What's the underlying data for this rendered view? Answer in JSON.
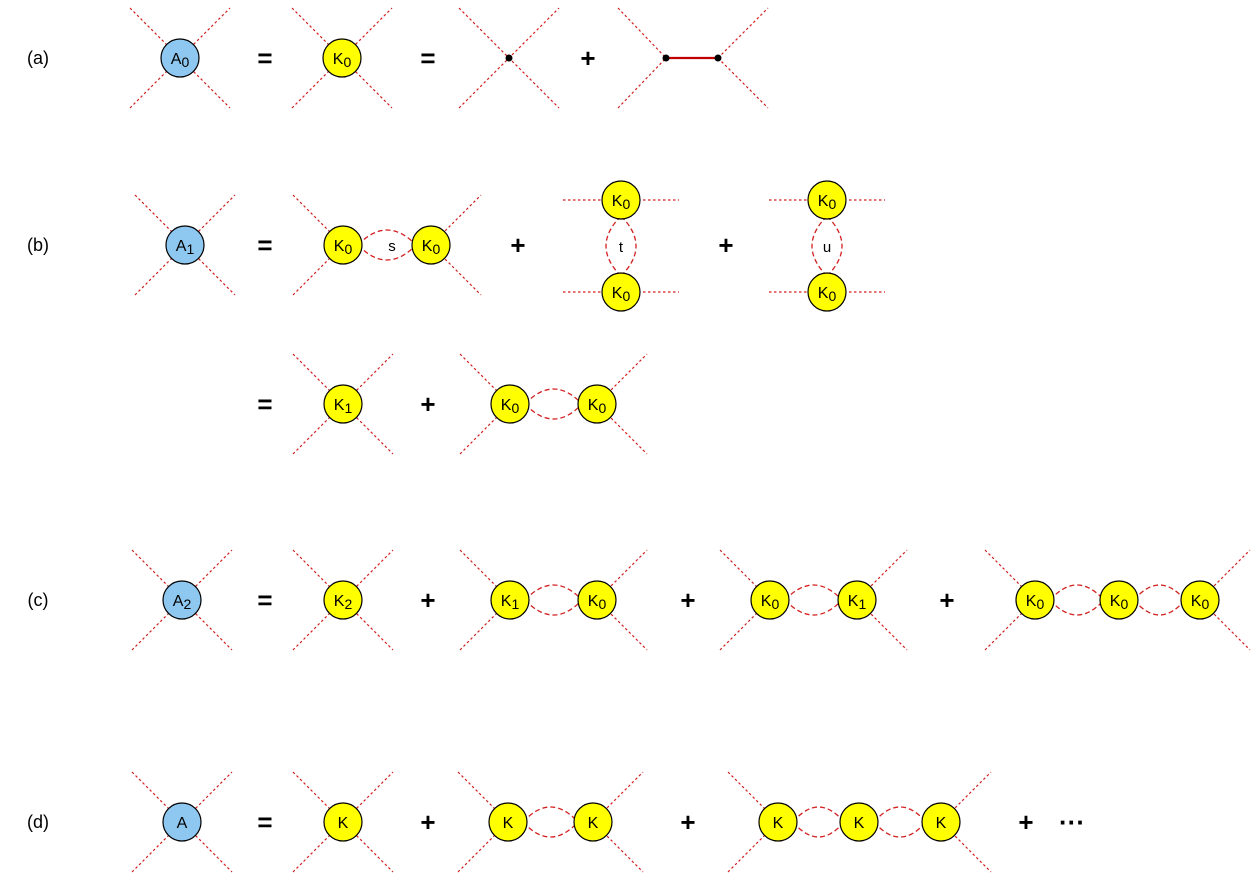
{
  "panels": {
    "a": {
      "label": "(a)",
      "a_sub": "0",
      "k_sub": "0"
    },
    "b": {
      "label": "(b)",
      "a_sub": "1",
      "k0_sub": "0",
      "k1_sub": "1",
      "channel_s": "s",
      "channel_t": "t",
      "channel_u": "u"
    },
    "c": {
      "label": "(c)",
      "a_sub": "2",
      "k0_sub": "0",
      "k1_sub": "1",
      "k2_sub": "2"
    },
    "d": {
      "label": "(d)"
    }
  },
  "symbols": {
    "A": "A",
    "K": "K",
    "equals": "=",
    "plus": "+",
    "ellipsis": "···"
  },
  "colors": {
    "A_blob": "#8ec8f0",
    "K_blob": "#ffff00",
    "lines": "#d32020"
  }
}
